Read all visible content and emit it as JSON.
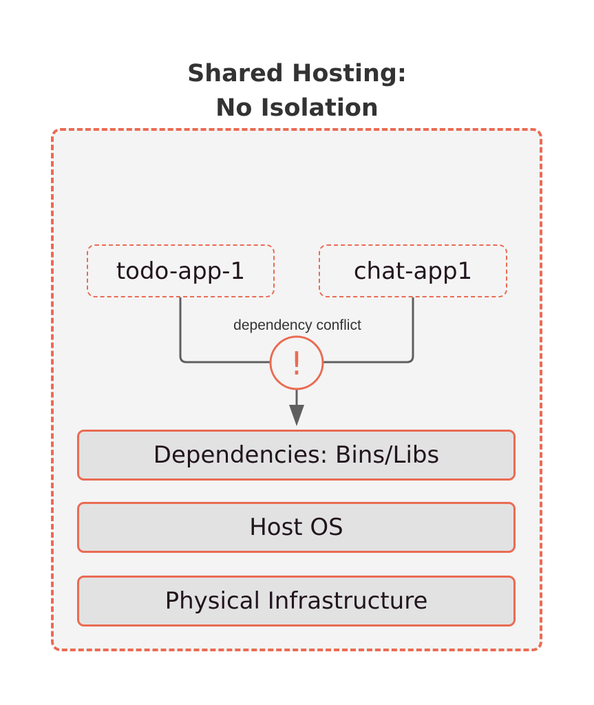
{
  "title": {
    "line1": "Shared Hosting:",
    "line2": "No Isolation"
  },
  "apps": [
    {
      "label": "todo-app-1"
    },
    {
      "label": "chat-app1"
    }
  ],
  "conflict": {
    "label": "dependency conflict",
    "symbol": "!"
  },
  "layers": [
    {
      "label": "Dependencies: Bins/Libs"
    },
    {
      "label": "Host OS"
    },
    {
      "label": "Physical Infrastructure"
    }
  ],
  "colors": {
    "accent": "#ea6b53",
    "panel_background": "#f4f4f4",
    "layer_background": "#e2e2e2",
    "connector": "#5f5f5f",
    "text": "#22151d",
    "title_text": "#333333"
  },
  "icons": {
    "conflict": "exclamation-circle-icon",
    "arrow": "arrow-down-icon"
  }
}
